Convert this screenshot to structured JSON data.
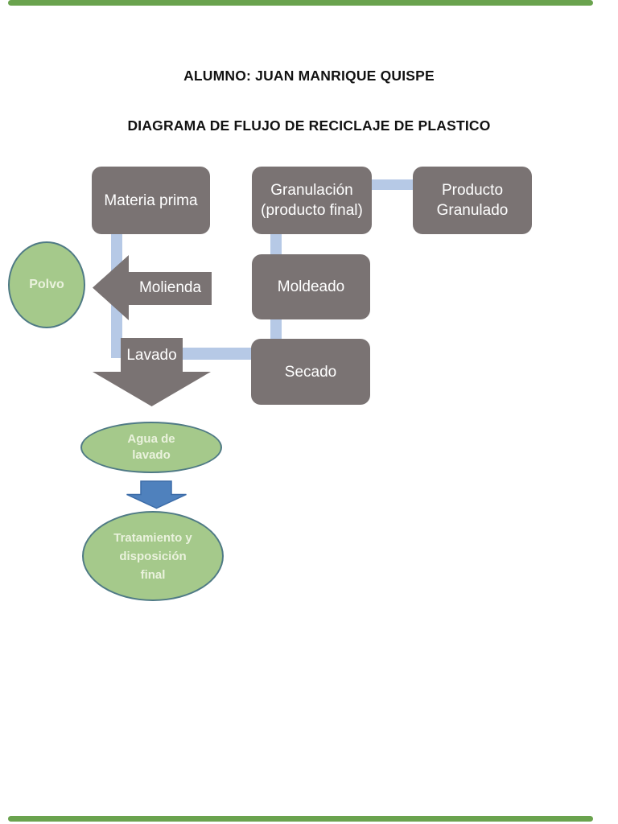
{
  "header": {
    "title": "ALUMNO: JUAN MANRIQUE QUISPE",
    "subtitle": "DIAGRAMA DE FLUJO DE RECICLAJE DE PLASTICO"
  },
  "colors": {
    "box_gray": "#7a7373",
    "box_text": "#ffffff",
    "connector_blue": "#b6c9e6",
    "arrow_blue_fill": "#4f81bd",
    "arrow_blue_border": "#3c6ca8",
    "ellipse_green_fill": "#a5c98b",
    "ellipse_green_border": "#4f7a85",
    "ellipse_text": "#eaf2dd",
    "page_divider_green": "#6aa34e"
  },
  "nodes": {
    "materia_prima": {
      "label": "Materia prima"
    },
    "granulacion": {
      "line1": "Granulación",
      "line2": "(producto final)"
    },
    "producto_granulado": {
      "line1": "Producto",
      "line2": "Granulado"
    },
    "moldeado": {
      "label": "Moldeado"
    },
    "secado": {
      "label": "Secado"
    },
    "molienda": {
      "label": "Molienda"
    },
    "lavado": {
      "label": "Lavado"
    },
    "polvo": {
      "label": "Polvo"
    },
    "agua_de_lavado": {
      "line1": "Agua de",
      "line2": "lavado"
    },
    "tratamiento": {
      "line1": "Tratamiento y",
      "line2": "disposición",
      "line3": "final"
    }
  }
}
